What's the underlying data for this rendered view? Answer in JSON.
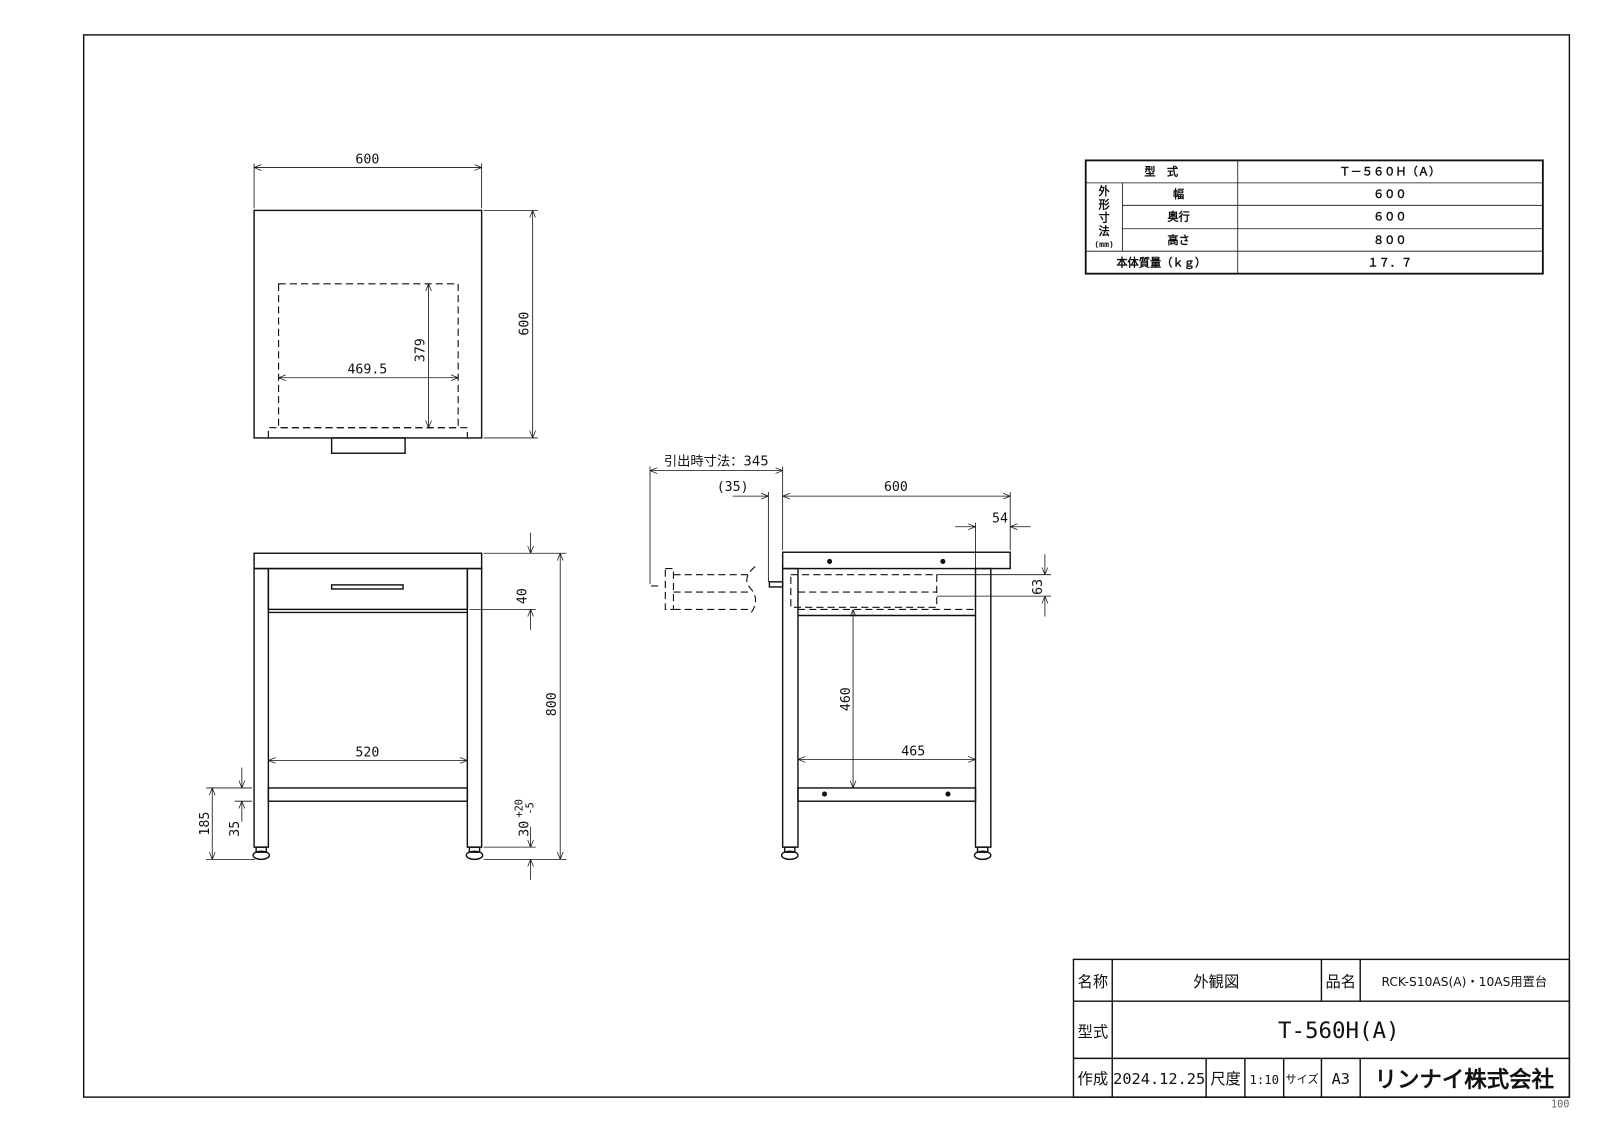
{
  "top_view": {
    "width": "600",
    "depth": "600",
    "drawer_depth": "379",
    "drawer_width": "469.5"
  },
  "front_view": {
    "top_thickness": "40",
    "height": "800",
    "inner_width": "520",
    "lower_shelf": "185",
    "shelf_thickness": "35",
    "adjuster": "30",
    "adjuster_tol_plus": "+20",
    "adjuster_tol_minus": "-5"
  },
  "side_view": {
    "pullout": "引出時寸法：345",
    "handle": "(35)",
    "depth": "600",
    "overhang": "54",
    "drawer_height": "63",
    "clearance": "460",
    "inner_depth": "465"
  },
  "spec_table": {
    "header_label": "型　式",
    "header_value": "Ｔ－５６０Ｈ（Ａ）",
    "group_label": [
      "外",
      "形",
      "寸",
      "法",
      "(mm)"
    ],
    "rows": [
      {
        "label": "幅",
        "value": "６００"
      },
      {
        "label": "奥行",
        "value": "６００"
      },
      {
        "label": "高さ",
        "value": "８００"
      }
    ],
    "mass_label": "本体質量（ｋｇ）",
    "mass_value": "１７．７"
  },
  "title_block": {
    "name_label": "名称",
    "name_value": "外観図",
    "product_label": "品名",
    "product_value": "RCK-S10AS(A)・10AS用置台",
    "model_label": "型式",
    "model_value": "T-560H(A)",
    "created_label": "作成",
    "created_value": "2024.12.25",
    "scale_label": "尺度",
    "scale_value": "1:10",
    "size_label": "サイズ",
    "size_value": "A3",
    "company": "リンナイ株式会社"
  },
  "sheet_code": "100"
}
